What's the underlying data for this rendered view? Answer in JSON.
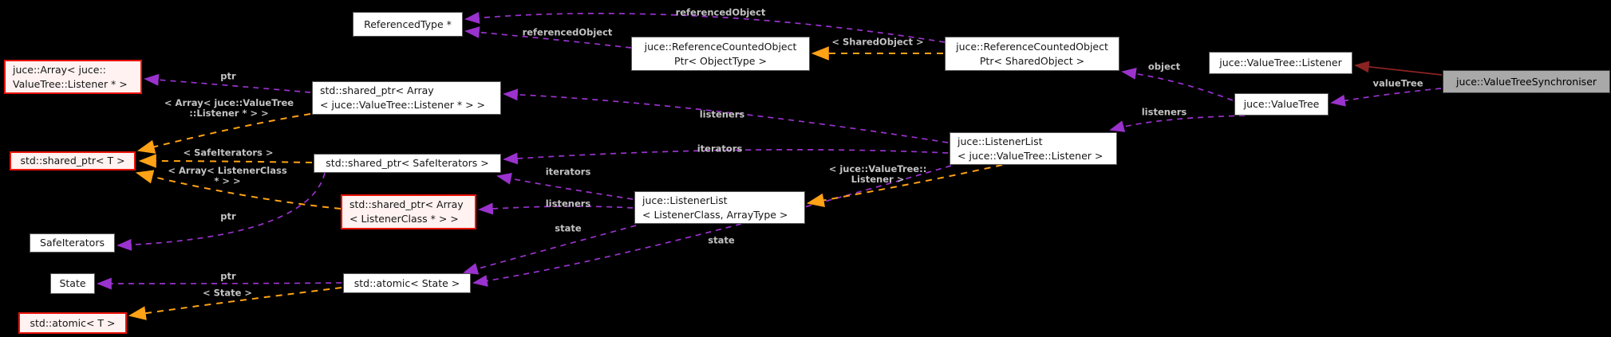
{
  "diagram": {
    "kind": "doxygen-collaboration-graph",
    "colors": {
      "background": "#000000",
      "usage_edge": "#9a32cd",
      "template_edge": "#ffa216",
      "inheritance_edge": "#8b2323",
      "edge_label_text": "#c3c3c3",
      "node_background": "#ffffff",
      "node_border": "#575757",
      "truncated_node_border": "#ea1309",
      "truncated_node_background": "#fff2f1",
      "main_node_background": "#a9a9a9"
    }
  },
  "nodes": {
    "referenced_type": {
      "label": "ReferencedType *"
    },
    "juce_array_listener": {
      "label": "juce::Array< juce::\nValueTree::Listener * >"
    },
    "ref_counted_object_type": {
      "label": "juce::ReferenceCountedObject\nPtr< ObjectType >"
    },
    "ref_counted_shared_object": {
      "label": "juce::ReferenceCountedObject\nPtr< SharedObject >"
    },
    "value_tree_listener": {
      "label": "juce::ValueTree::Listener"
    },
    "value_tree_synchroniser": {
      "label": "juce::ValueTreeSynchroniser"
    },
    "value_tree": {
      "label": "juce::ValueTree"
    },
    "shared_ptr_array_vtl": {
      "label": "std::shared_ptr< Array\n< juce::ValueTree::Listener * > >"
    },
    "shared_ptr_t": {
      "label": "std::shared_ptr< T >"
    },
    "shared_ptr_safe_iterators": {
      "label": "std::shared_ptr< SafeIterators >"
    },
    "shared_ptr_array_listener_class": {
      "label": "std::shared_ptr< Array\n< ListenerClass * > >"
    },
    "listener_list_vtl": {
      "label": "juce::ListenerList\n< juce::ValueTree::Listener >"
    },
    "listener_list_generic": {
      "label": "juce::ListenerList\n< ListenerClass, ArrayType >"
    },
    "safe_iterators": {
      "label": "SafeIterators"
    },
    "state": {
      "label": "State"
    },
    "atomic_t": {
      "label": "std::atomic< T >"
    },
    "atomic_state": {
      "label": "std::atomic< State >"
    }
  },
  "edge_labels": {
    "referenced_object_top": "referencedObject",
    "referenced_object_bottom": "referencedObject",
    "tmpl_shared_object": "< SharedObject >",
    "object": "object",
    "value_tree_member": "valueTree",
    "listeners_value_tree": "listeners",
    "listeners_vtl": "listeners",
    "iterators_vtl": "iterators",
    "tmpl_value_tree_listener": "< juce::ValueTree::\nListener >",
    "iterators_generic": "iterators",
    "listeners_generic": "listeners",
    "state_generic": "state",
    "state_vtl": "state",
    "ptr_array": "ptr",
    "tmpl_array_vtl": "< Array< juce::ValueTree\n::Listener * > >",
    "tmpl_safe_iterators": "< SafeIterators >",
    "tmpl_array_listener_class": "< Array< ListenerClass\n* > >",
    "ptr_safe_iterators": "ptr",
    "ptr_state": "ptr",
    "tmpl_state": "< State >"
  }
}
